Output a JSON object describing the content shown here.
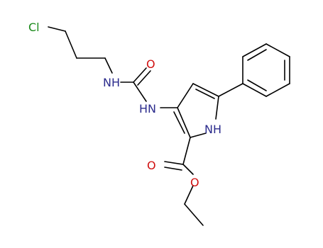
{
  "molecule": {
    "atoms": {
      "chlorine": "Cl",
      "urea_nh_upper": "NH",
      "carbonyl_o_upper": "O",
      "urea_nh_lower": "HN",
      "pyrrole_nh": "NH",
      "ester_carbonyl_o": "O",
      "ester_ether_o": "O"
    },
    "colors": {
      "bond": "#000000",
      "chlorine": "#1a8a1a",
      "nitrogen": "#2b2b8c",
      "oxygen": "#d01010"
    }
  }
}
